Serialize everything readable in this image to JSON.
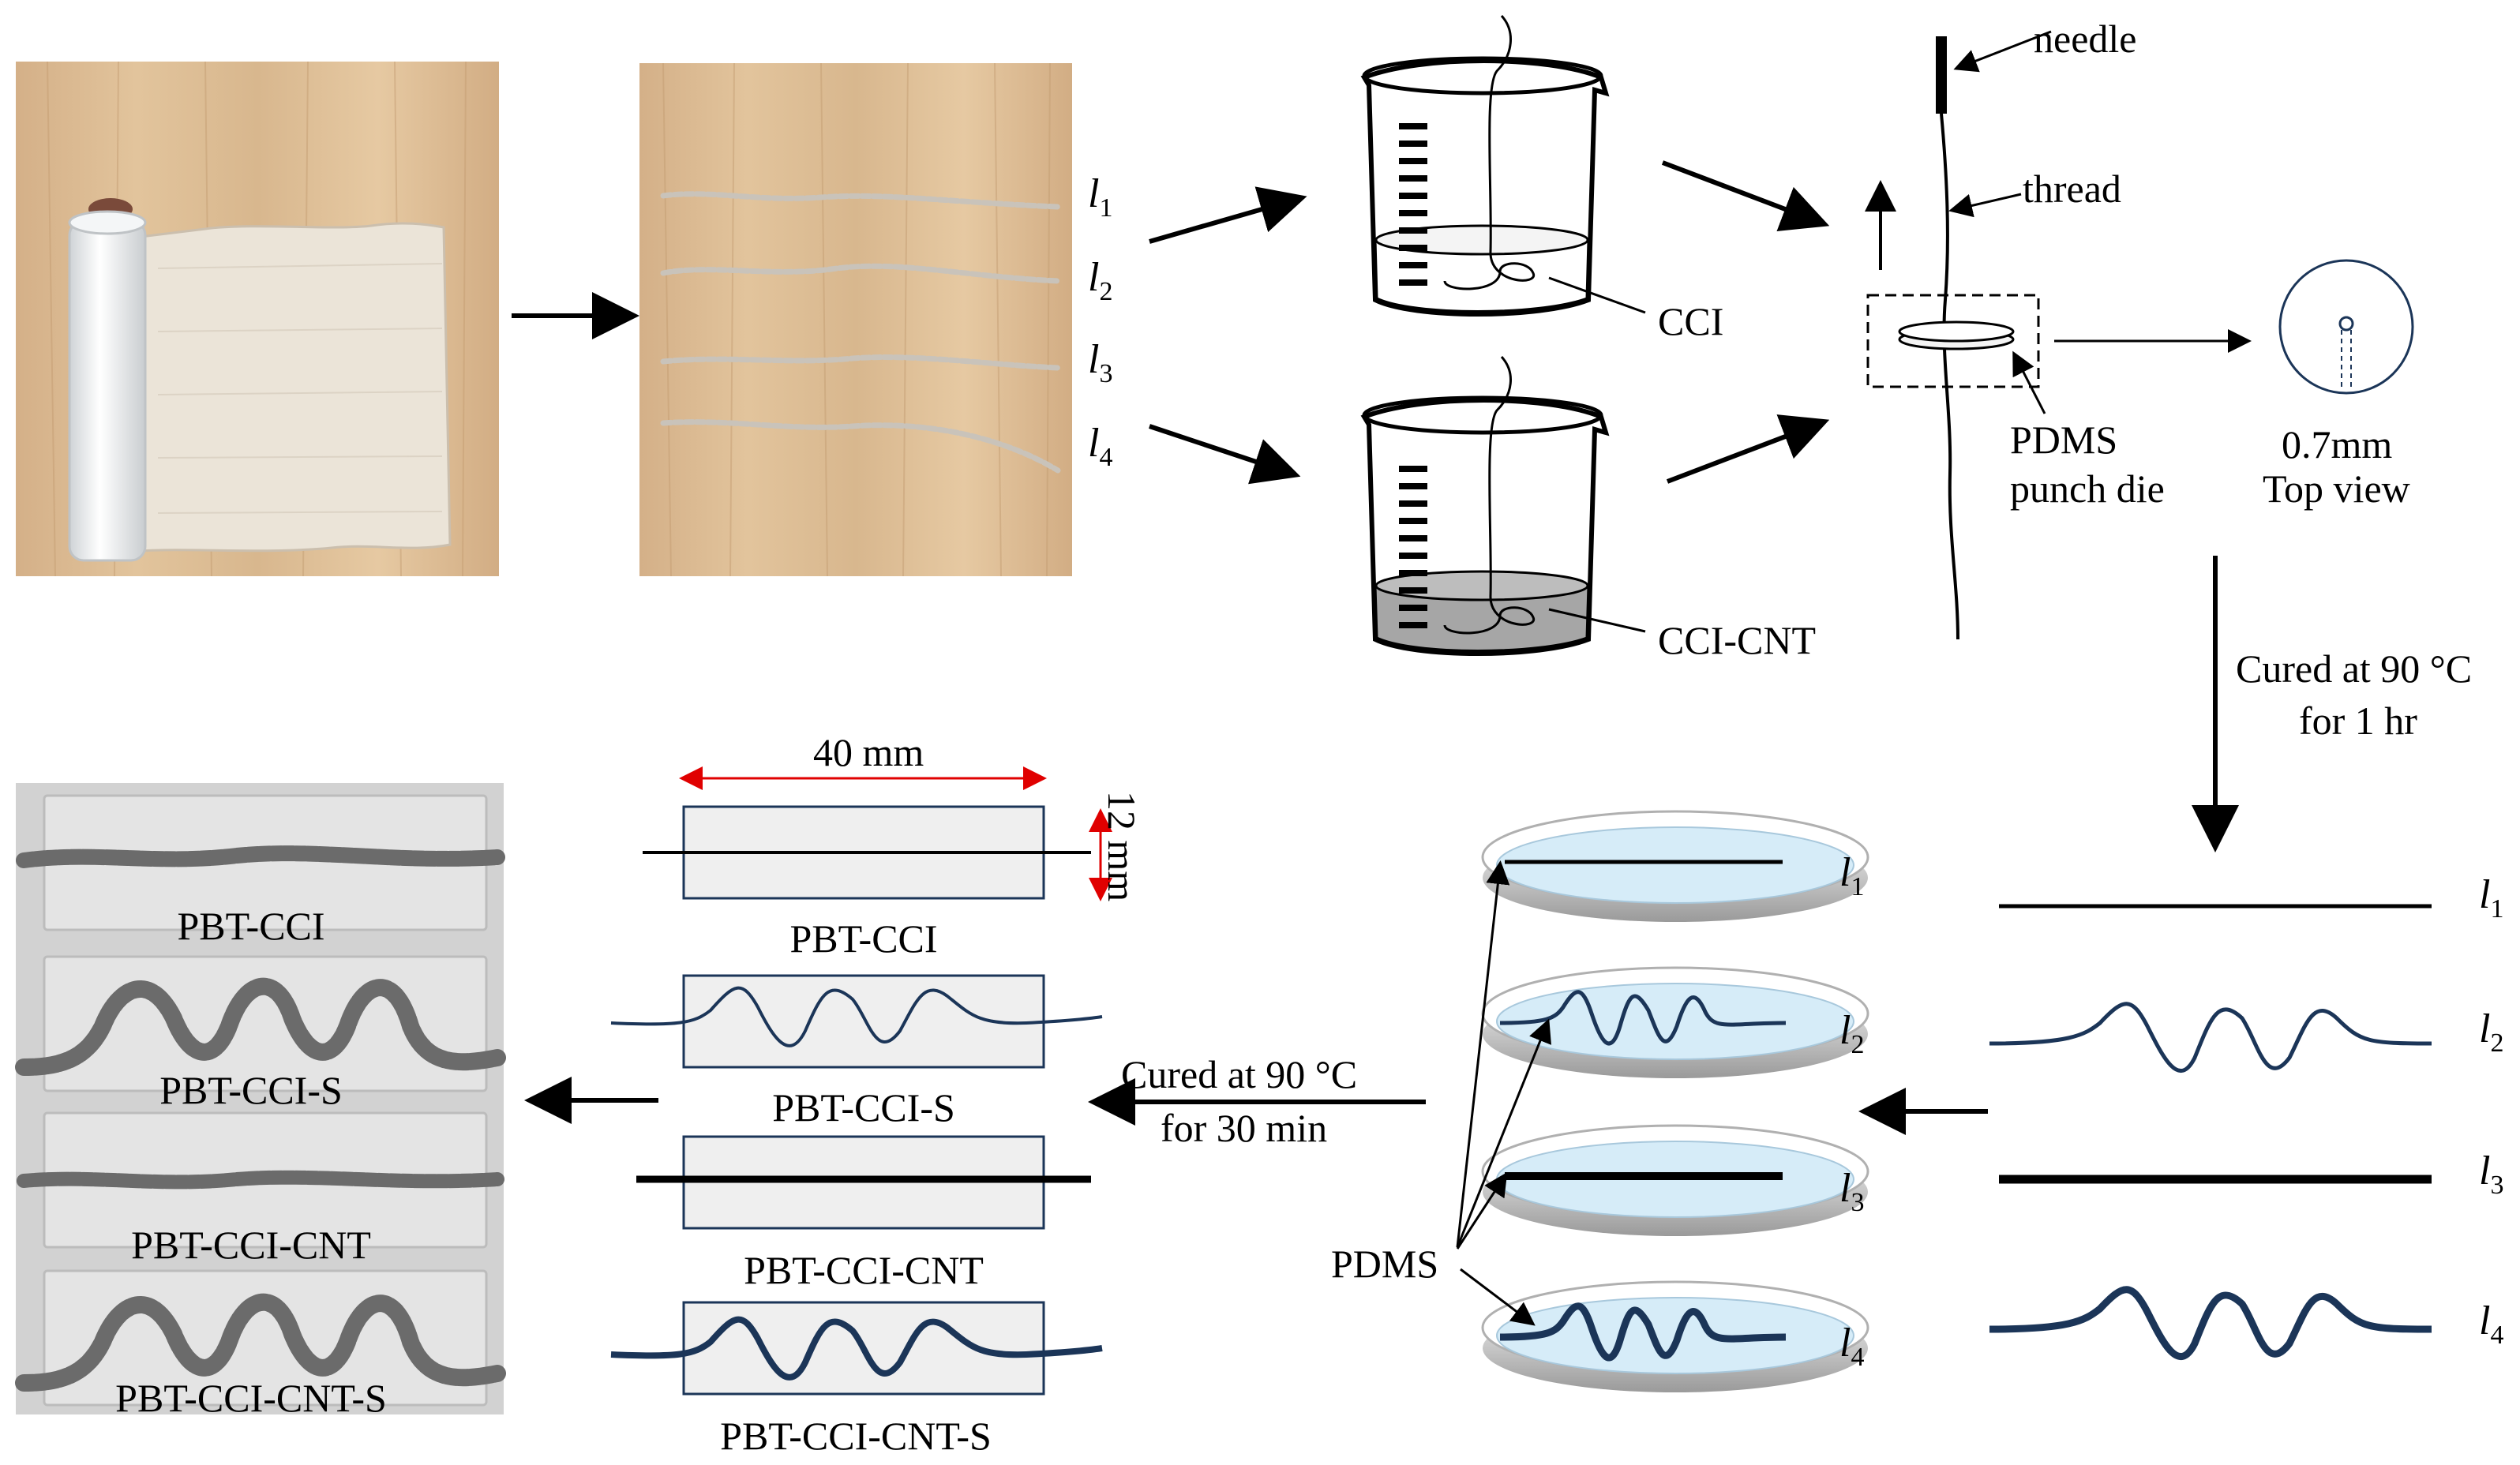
{
  "labels": {
    "needle": "needle",
    "thread": "thread",
    "cci": "CCI",
    "cci_cnt": "CCI-CNT",
    "pdms_punch_line1": "PDMS",
    "pdms_punch_line2": "punch die",
    "hole_size": "0.7mm",
    "top_view": "Top view",
    "cure1_line1": "Cured at 90 °C",
    "cure1_line2": "for 1 hr",
    "cure2_line1": "Cured at 90 °C",
    "cure2_line2": "for 30 min",
    "pdms": "PDMS",
    "width_dim": "40 mm",
    "height_dim": "12 mm"
  },
  "thread_letter": "l",
  "thread_subscripts": [
    "1",
    "2",
    "3",
    "4"
  ],
  "samples": [
    "PBT-CCI",
    "PBT-CCI-S",
    "PBT-CCI-CNT",
    "PBT-CCI-CNT-S"
  ],
  "colors": {
    "arrow": "#000000",
    "dimension": "#e00000",
    "navy": "#1b3558",
    "pdms_fill": "#d6ecf8",
    "wood": "#d9b88e",
    "fabric": "#ece6dc"
  }
}
